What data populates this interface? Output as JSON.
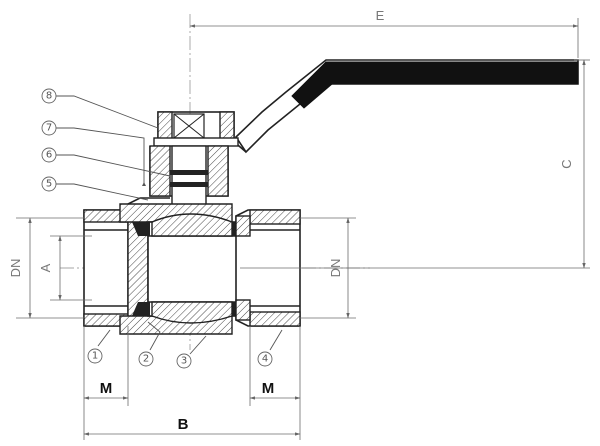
{
  "dimensions": {
    "E": "E",
    "C": "C",
    "DN_left": "DN",
    "A": "A",
    "DN_right": "DN",
    "M_left": "M",
    "M_right": "M",
    "B": "B"
  },
  "balloons": [
    "1",
    "2",
    "3",
    "4",
    "5",
    "6",
    "7",
    "8"
  ],
  "colors": {
    "handle": "#111111",
    "line": "#222222",
    "dimension": "#6b6b6b"
  }
}
